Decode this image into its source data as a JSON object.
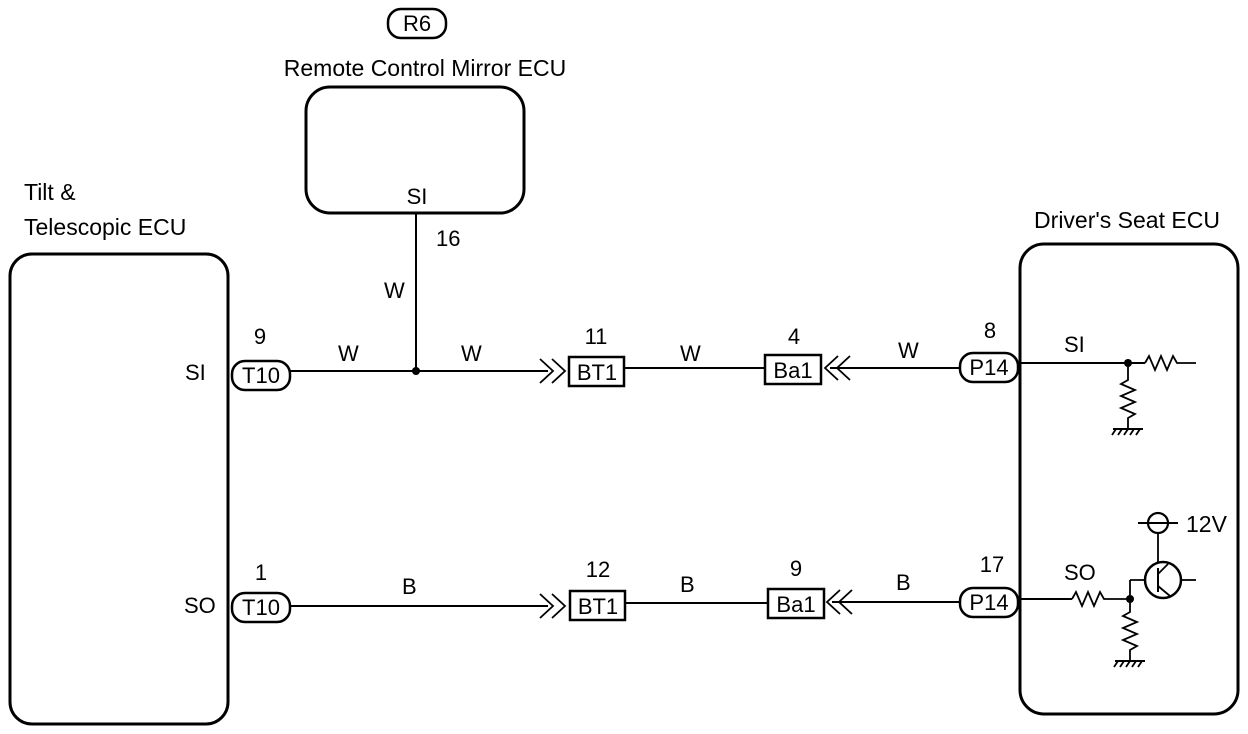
{
  "components": {
    "mirror_ecu": {
      "code": "R6",
      "title": "Remote Control Mirror ECU",
      "pin_name": "SI",
      "pin_number": "16"
    },
    "tilt_ecu": {
      "title_line1": "Tilt &",
      "title_line2": "Telescopic ECU",
      "pin_si": "SI",
      "pin_so": "SO"
    },
    "seat_ecu": {
      "title": "Driver's Seat ECU",
      "pin_si": "SI",
      "pin_so": "SO",
      "supply": "12V"
    }
  },
  "connectors": {
    "t10_si": {
      "code": "T10",
      "pin": "9"
    },
    "t10_so": {
      "code": "T10",
      "pin": "1"
    },
    "bt1_si": {
      "code": "BT1",
      "pin": "11"
    },
    "bt1_so": {
      "code": "BT1",
      "pin": "12"
    },
    "ba1_si": {
      "code": "Ba1",
      "pin": "4"
    },
    "ba1_so": {
      "code": "Ba1",
      "pin": "9"
    },
    "p14_si": {
      "code": "P14",
      "pin": "8"
    },
    "p14_so": {
      "code": "P14",
      "pin": "17"
    }
  },
  "wire_colors": {
    "branch": "W",
    "si_seg1": "W",
    "si_seg2": "W",
    "si_seg3": "W",
    "si_seg4": "W",
    "so_seg1": "B",
    "so_seg2": "B",
    "so_seg3": "B"
  }
}
